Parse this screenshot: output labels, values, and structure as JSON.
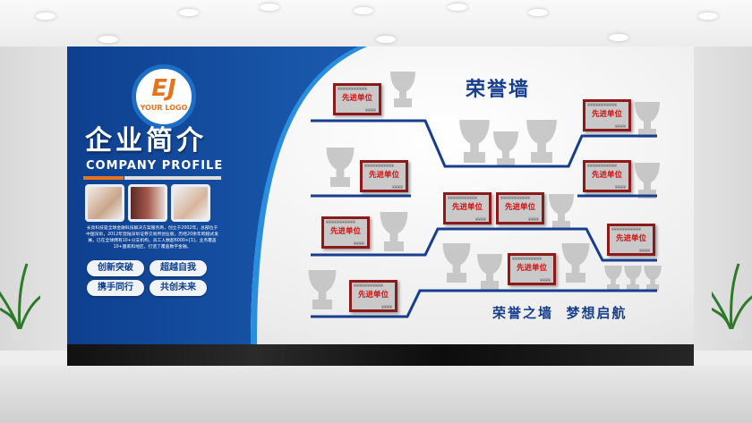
{
  "logo": {
    "mark": "EJ",
    "text": "YOUR LOGO"
  },
  "profile": {
    "title": "企业简介",
    "subtitle": "COMPANY PROFILE",
    "paragraph": "长亮科技是全球金融科技解决方案服务商，创立于2002年，总部位于中国深圳，2012年登陆深圳证券交易所创业板，历经20余年跨越式发展，已在全球拥有10+分支机构，员工人数超6000+[1]，业务覆盖10+国家和地区，打造了覆盖数字金融。",
    "buttons": [
      "创新突破",
      "超越自我",
      "携手同行",
      "共创未来"
    ]
  },
  "honor_wall": {
    "title": "荣誉墙",
    "slogan": "荣誉之墙  梦想启航",
    "plaques": [
      {
        "label": "先进单位",
        "caption": "某某某某某某某某某某某",
        "signature": "某某某某"
      },
      {
        "label": "先进单位",
        "caption": "某某某某某某某某某某某",
        "signature": "某某某某"
      },
      {
        "label": "先进单位",
        "caption": "某某某某某某某某某某某",
        "signature": "某某某某"
      },
      {
        "label": "先进单位",
        "caption": "某某某某某某某某某某某",
        "signature": "某某某某"
      },
      {
        "label": "先进单位",
        "caption": "某某某某某某某某某某某",
        "signature": "某某某某"
      },
      {
        "label": "先进单位",
        "caption": "某某某某某某某某某某某",
        "signature": "某某某某"
      },
      {
        "label": "先进单位",
        "caption": "某某某某某某某某某某某",
        "signature": "某某某某"
      },
      {
        "label": "先进单位",
        "caption": "某某某某某某某某某某某",
        "signature": "某某某某"
      },
      {
        "label": "先进单位",
        "caption": "某某某某某某某某某某某",
        "signature": "某某某某"
      },
      {
        "label": "先进单位",
        "caption": "某某某某某某某某某某某",
        "signature": "某某某某"
      }
    ]
  },
  "colors": {
    "brand_blue": "#173e8e",
    "accent_orange": "#e8731d",
    "plaque_frame": "#8c1a1a",
    "plaque_text": "#d10f0f"
  }
}
